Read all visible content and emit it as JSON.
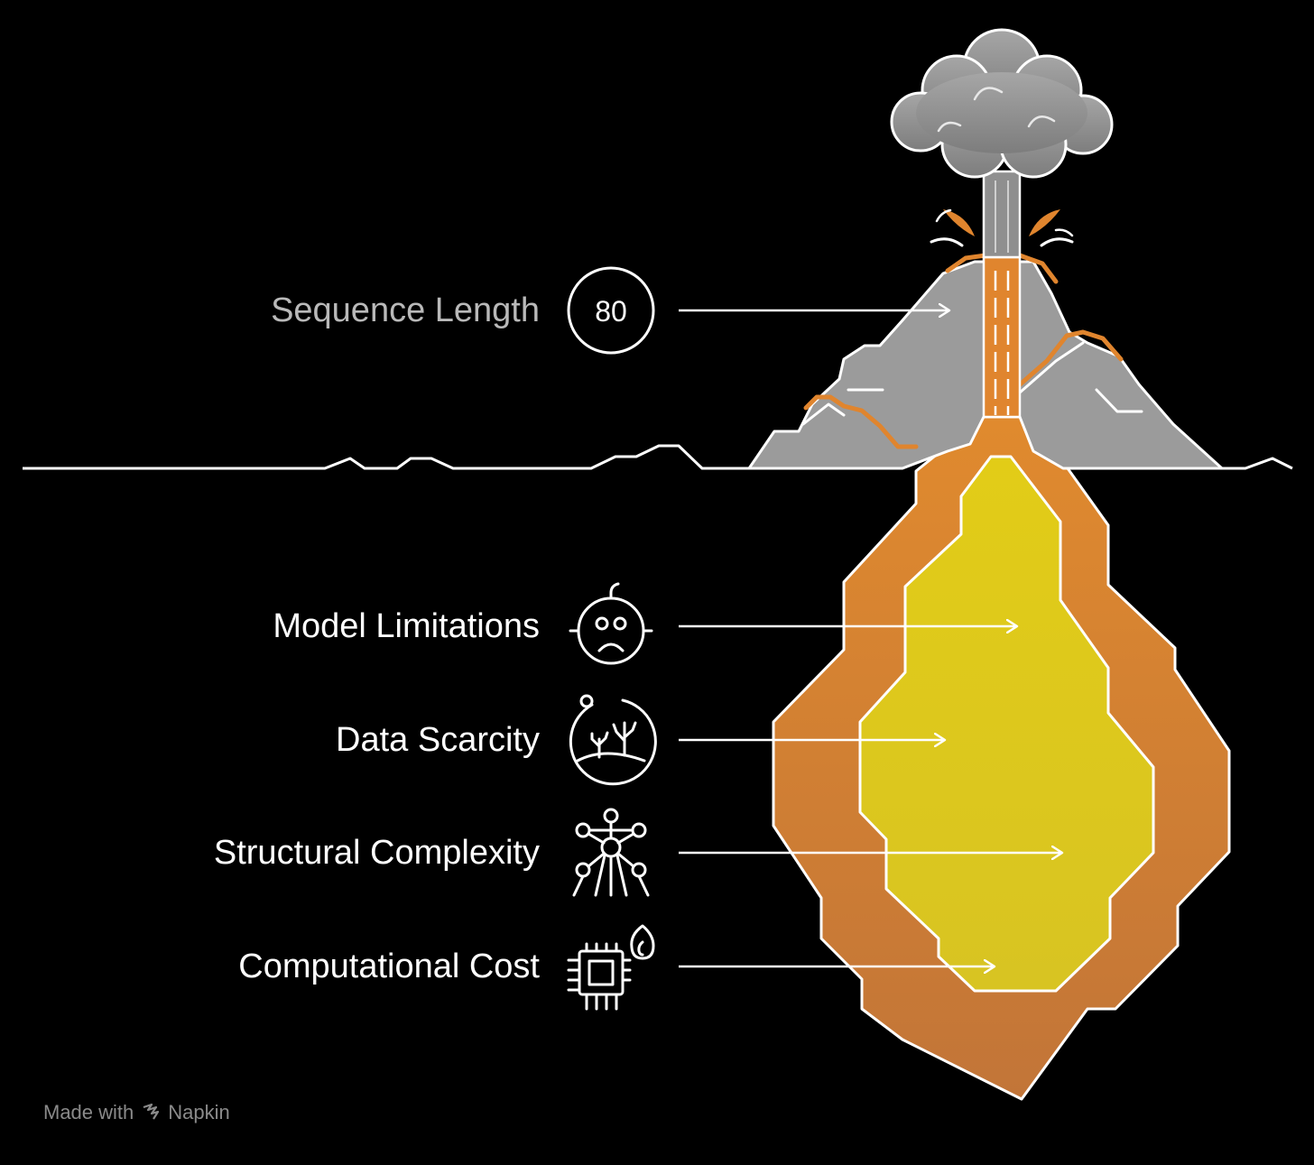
{
  "layers": [
    {
      "label": "Sequence Length",
      "icon": "sequence-80-icon",
      "badge": "80",
      "tone": "muted"
    },
    {
      "label": "Model Limitations",
      "icon": "robot-icon",
      "tone": "bright"
    },
    {
      "label": "Data Scarcity",
      "icon": "desert-plant-icon",
      "tone": "bright"
    },
    {
      "label": "Structural Complexity",
      "icon": "molecule-structure-icon",
      "tone": "bright"
    },
    {
      "label": "Computational Cost",
      "icon": "chip-fire-icon",
      "tone": "bright"
    }
  ],
  "footer": {
    "made_with": "Made with",
    "brand": "Napkin"
  },
  "colors": {
    "background": "#000000",
    "ash": "#9a9a9a",
    "ash_cloud": "#8f8f8f",
    "lava": "#d9832f",
    "magma": "#ddc91a",
    "outline": "#ffffff",
    "muted_text": "#b9b9b9"
  }
}
